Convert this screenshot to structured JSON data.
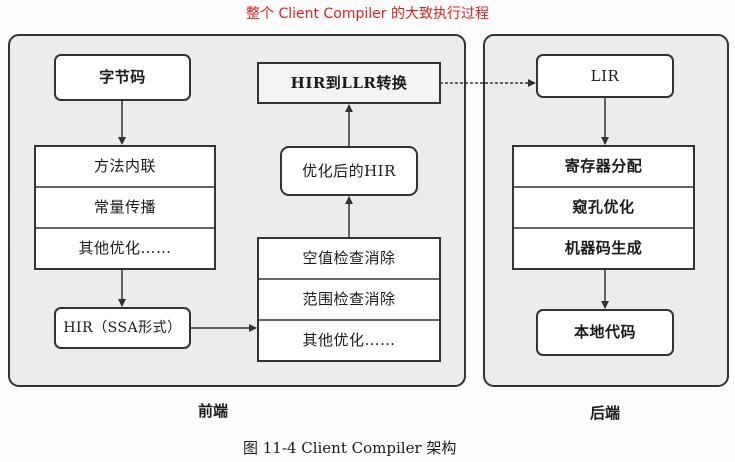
{
  "header": {
    "title": "整个 Client Compiler 的大致执行过程"
  },
  "panels": {
    "frontend": "前端",
    "backend": "后端"
  },
  "frontend": {
    "bytecode": "字节码",
    "optimizations": [
      "方法内联",
      "常量传播",
      "其他优化……"
    ],
    "hir_ssa": "HIR（SSA形式）",
    "optimized_hir": "优化后的HIR",
    "hir_to_lir": "HIR到LLR转换",
    "hir_optimizations": [
      "空值检查消除",
      "范围检查消除",
      "其他优化……"
    ]
  },
  "backend": {
    "lir": "LIR",
    "stages": [
      "寄存器分配",
      "窥孔优化",
      "机器码生成"
    ],
    "native_code": "本地代码"
  },
  "figure": {
    "caption": "图 11-4    Client Compiler 架构"
  }
}
